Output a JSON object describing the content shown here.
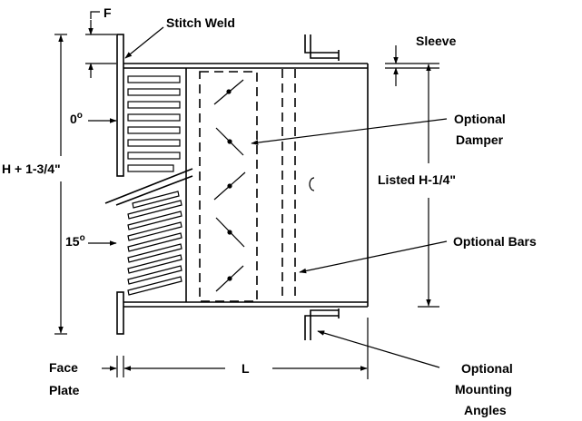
{
  "labels": {
    "f": "F",
    "stitch_weld": "Stitch Weld",
    "sleeve": "Sleeve",
    "zero_deg": "0",
    "optional_damper_1": "Optional",
    "optional_damper_2": "Damper",
    "h_plus": "H + 1-3/4\"",
    "listed": "Listed  H-1/4\"",
    "fifteen_deg": "15",
    "optional_bars": "Optional Bars",
    "face_plate_1": "Face",
    "face_plate_2": "Plate",
    "l": "L",
    "mounting_1": "Optional",
    "mounting_2": "Mounting",
    "mounting_3": "Angles"
  }
}
